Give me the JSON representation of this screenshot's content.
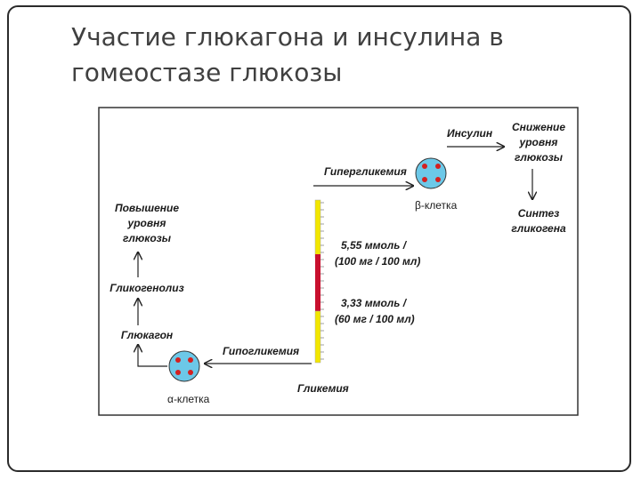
{
  "title": {
    "line1": "Участие глюкагона и инсулина в",
    "line2": "гомеостазе глюкозы"
  },
  "diagram": {
    "beta_cell": "β-клетка",
    "alpha_cell": "α-клетка",
    "hyperglycemia": "Гипергликемия",
    "hypoglycemia": "Гипогликемия",
    "insulin": "Инсулин",
    "decrease": [
      "Снижение",
      "уровня",
      "глюкозы"
    ],
    "glycogen_synthesis": [
      "Синтез",
      "гликогена"
    ],
    "increase": [
      "Повышение",
      "уровня",
      "глюкозы"
    ],
    "glycogenolysis": "Гликогенолиз",
    "glucagon": "Глюкагон",
    "glycemia": "Гликемия",
    "upper_level": [
      "5,55 ммоль /",
      "(100 мг / 100 мл)"
    ],
    "lower_level": [
      "3,33 ммоль /",
      "(60 мг / 100 мл)"
    ],
    "colors": {
      "cell_fill": "#6cc8e8",
      "cell_dot": "#d42020",
      "bar_yellow": "#f2e600",
      "bar_red": "#c8102e"
    }
  }
}
